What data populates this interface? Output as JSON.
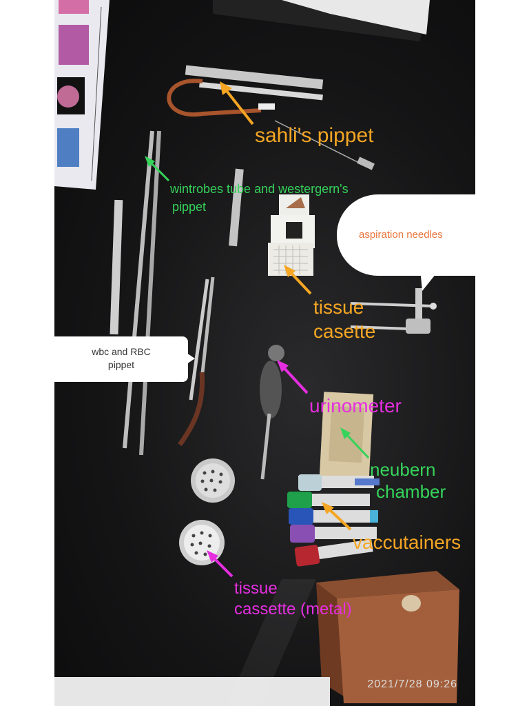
{
  "annotations": {
    "sahli": "sahli's pippet",
    "wintrobe_line1": "wintrobes tube and westergern's",
    "wintrobe_line2": "pippet",
    "aspiration": "aspiration needles",
    "tissue_casette_line1": "tissue",
    "tissue_casette_line2": "casette",
    "wbc_rbc_line1": "wbc and RBC",
    "wbc_rbc_line2": "pippet",
    "urinometer": "urinometer",
    "neubern_line1": "neubern",
    "neubern_line2": "chamber",
    "vaccutainers": "vaccutainers",
    "metal_line1": "tissue",
    "metal_line2": "cassette (metal)"
  },
  "timestamp": "2021/7/28 09:26",
  "colors": {
    "orange": "#f5a623",
    "green": "#35d35a",
    "magenta": "#e62ee0",
    "aspiration_text": "#e8743a",
    "background": "#151516"
  }
}
